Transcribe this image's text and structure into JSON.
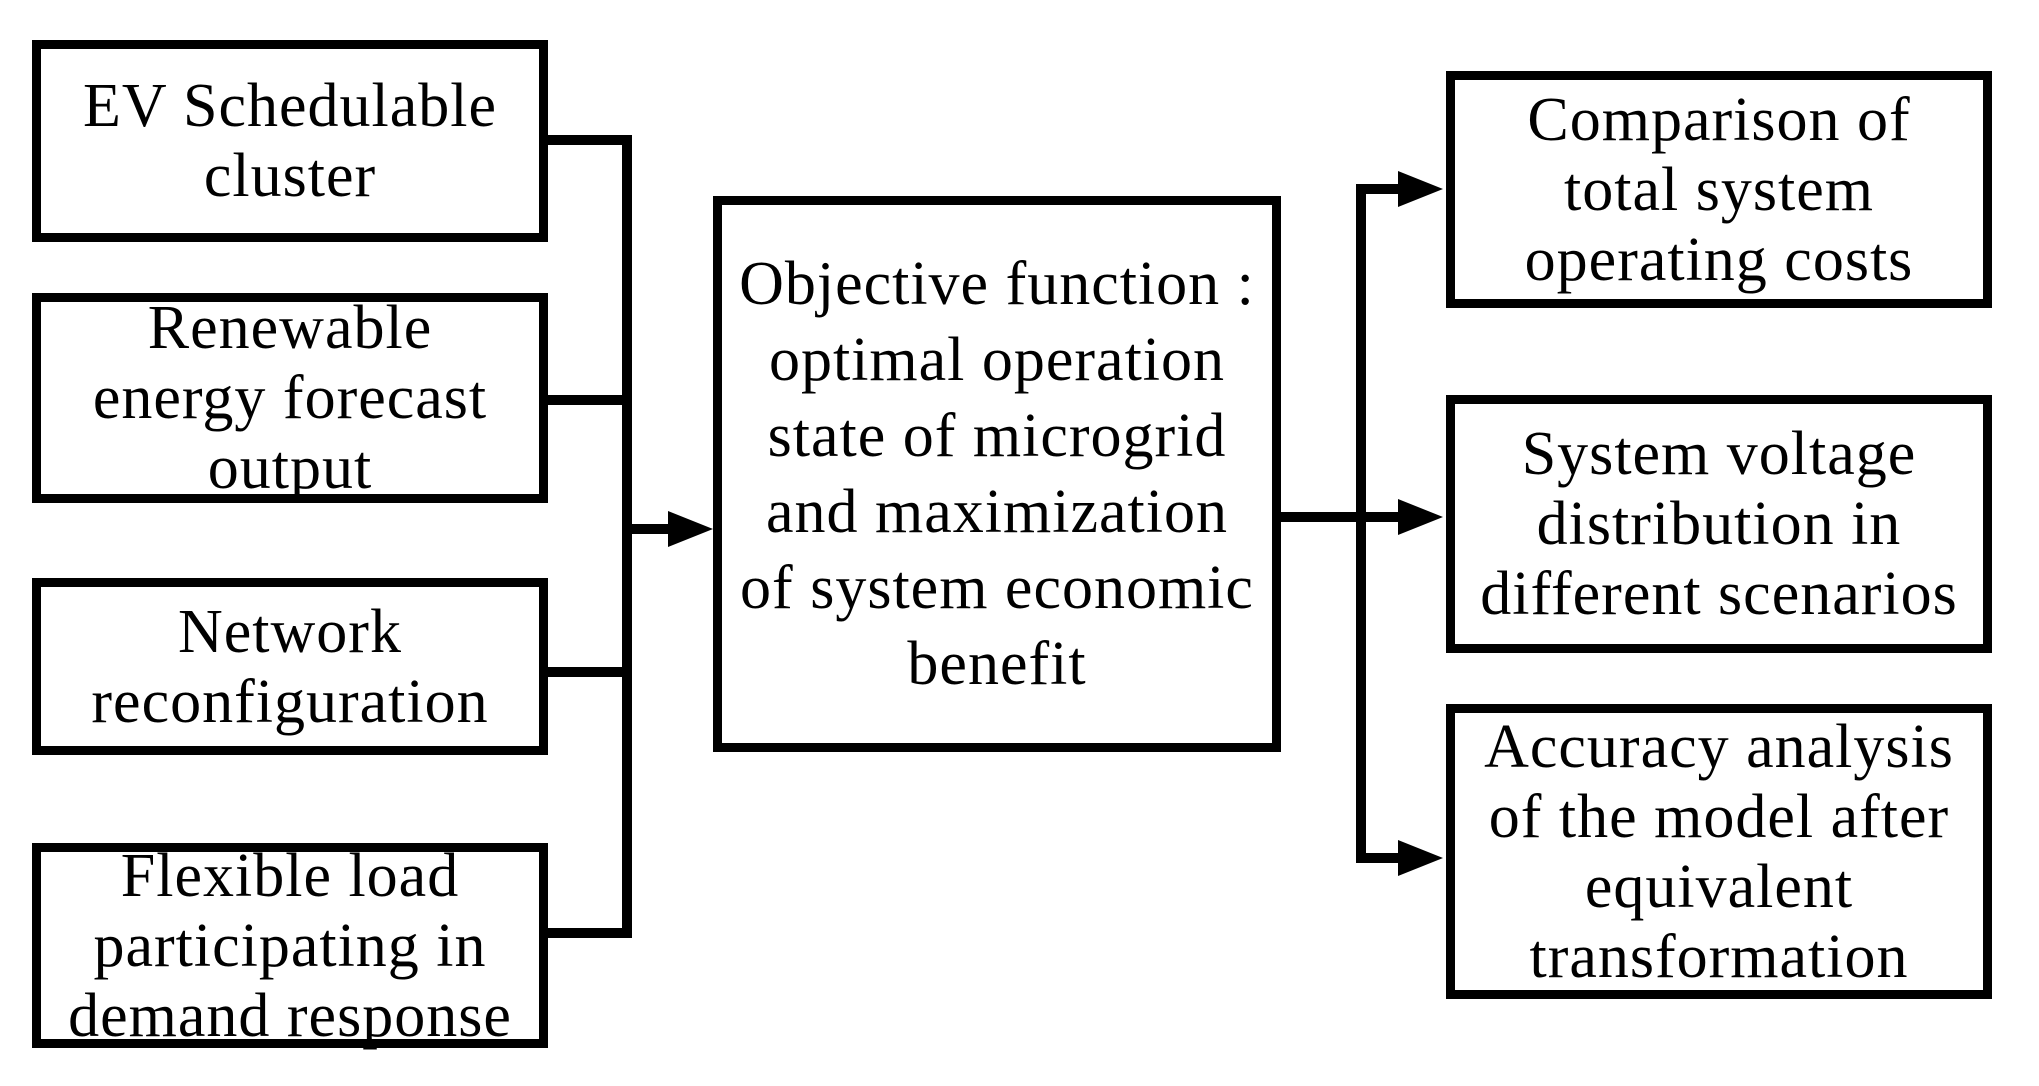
{
  "diagram": {
    "title": "Microgrid optimization objective flowchart",
    "colors": {
      "ink": "#000000",
      "background": "#ffffff"
    },
    "inputs": [
      {
        "id": "ev-schedulable-cluster",
        "lines": [
          "EV Schedulable",
          "cluster"
        ]
      },
      {
        "id": "renewable-energy-forecast-output",
        "lines": [
          "Renewable",
          "energy forecast",
          "output"
        ]
      },
      {
        "id": "network-reconfiguration",
        "lines": [
          "Network",
          "reconfiguration"
        ]
      },
      {
        "id": "flexible-load-demand-response",
        "lines": [
          "Flexible load",
          "participating in",
          "demand response"
        ]
      }
    ],
    "center": {
      "id": "objective-function",
      "lines": [
        "Objective function :",
        "optimal operation",
        "state of microgrid",
        "and maximization",
        "of system economic",
        "benefit"
      ]
    },
    "outputs": [
      {
        "id": "total-operating-costs",
        "lines": [
          "Comparison of",
          "total system",
          "operating costs"
        ]
      },
      {
        "id": "voltage-distribution",
        "lines": [
          "System voltage",
          "distribution in",
          "different scenarios"
        ]
      },
      {
        "id": "accuracy-analysis",
        "lines": [
          "Accuracy analysis",
          "of the model after",
          "equivalent",
          "transformation"
        ]
      }
    ]
  }
}
